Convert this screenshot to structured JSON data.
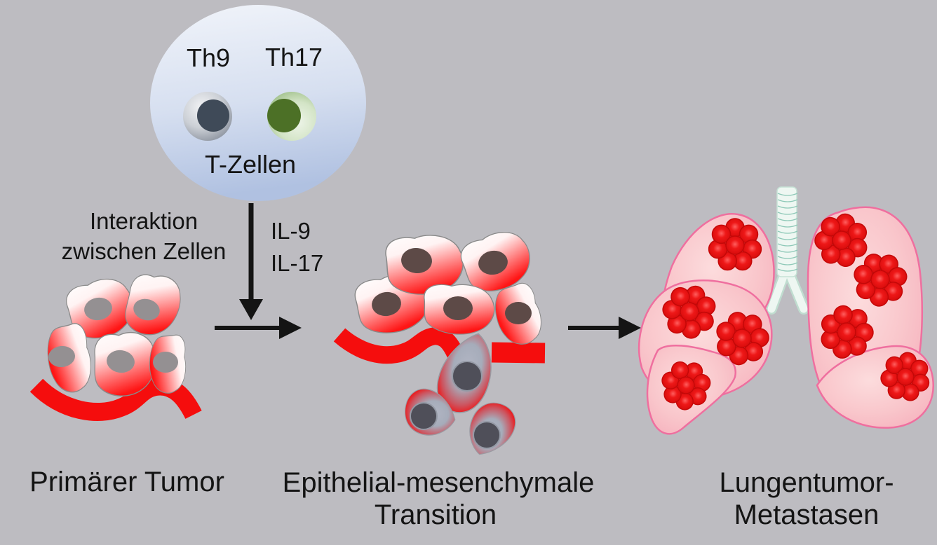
{
  "figure": {
    "type": "scientific-schematic",
    "topic": "T cell cytokines drive epithelial-mesenchymal transition and lung metastasis"
  },
  "tcell_circle": {
    "th9_label": "Th9",
    "th17_label": "Th17",
    "caption": "T-Zellen"
  },
  "interaction": {
    "line1": "Interaktion",
    "line2": "zwischen Zellen"
  },
  "cytokines": {
    "line1": "IL-9",
    "line2": "IL-17"
  },
  "stage_labels": {
    "primary_tumor": "Primärer Tumor",
    "emt_line1": "Epithelial-mesenchymale",
    "emt_line2": "Transition",
    "metastases_line1": "Lungentumor-",
    "metastases_line2": "Metastasen"
  },
  "colors": {
    "background": "#bdbcc1",
    "tcell_circle_blue_top": "#eff3fa",
    "tcell_circle_blue_bottom": "#b5c5e3",
    "th9_nucleus": "#3f4a58",
    "th17_nucleus": "#4c7026",
    "membrane_red": "#f50d0d",
    "tumor_cell_red": "#ff1515",
    "tumor_nucleus_gray": "#949092",
    "emt_nucleus_brown": "#5d4a47",
    "mesenchymal_center_gray": "#a9aebc",
    "mesenchymal_nucleus": "#4f4f59",
    "lung_pink": "#f7bac2",
    "lung_outline": "#ef6f9f",
    "metastasis_red": "#e01010",
    "trachea_mint": "#eef7f2",
    "trachea_ring_teal": "#8fc9b8",
    "arrow_black": "#141414"
  }
}
